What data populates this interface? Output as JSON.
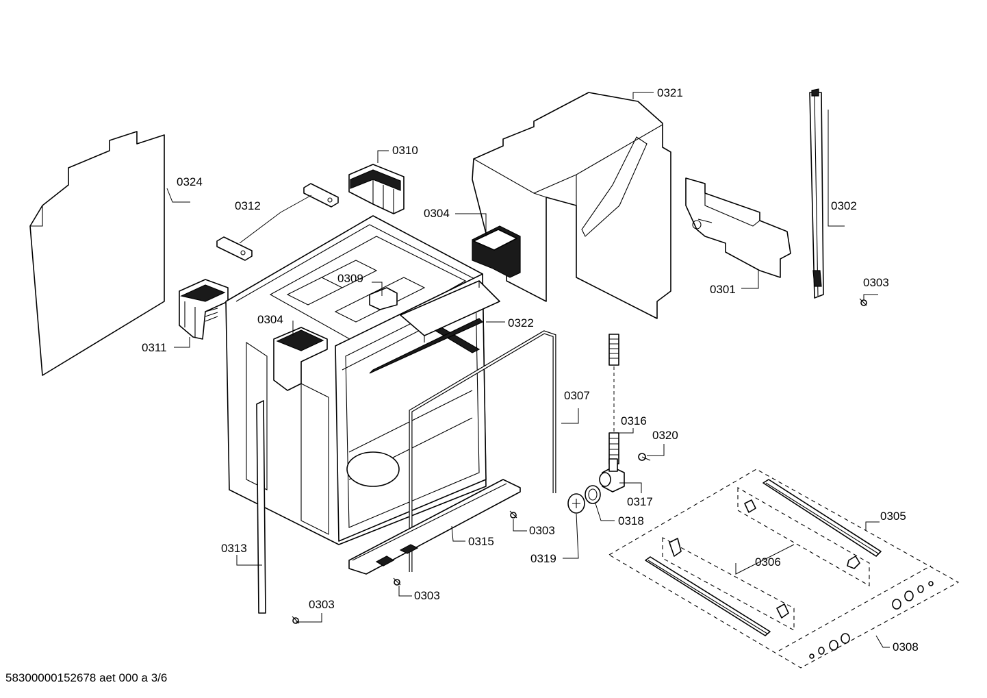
{
  "footer": {
    "reference": "58300000152678 aet 000 a 3/6"
  },
  "callouts": [
    {
      "id": "c0321",
      "label": "0321"
    },
    {
      "id": "c0310",
      "label": "0310"
    },
    {
      "id": "c0324",
      "label": "0324"
    },
    {
      "id": "c0312",
      "label": "0312"
    },
    {
      "id": "c0304a",
      "label": "0304"
    },
    {
      "id": "c0302",
      "label": "0302"
    },
    {
      "id": "c0309",
      "label": "0309"
    },
    {
      "id": "c0301",
      "label": "0301"
    },
    {
      "id": "c0303a",
      "label": "0303"
    },
    {
      "id": "c0304b",
      "label": "0304"
    },
    {
      "id": "c0322",
      "label": "0322"
    },
    {
      "id": "c0311",
      "label": "0311"
    },
    {
      "id": "c0307",
      "label": "0307"
    },
    {
      "id": "c0316",
      "label": "0316"
    },
    {
      "id": "c0320",
      "label": "0320"
    },
    {
      "id": "c0317",
      "label": "0317"
    },
    {
      "id": "c0305",
      "label": "0305"
    },
    {
      "id": "c0318",
      "label": "0318"
    },
    {
      "id": "c0303b",
      "label": "0303"
    },
    {
      "id": "c0315",
      "label": "0315"
    },
    {
      "id": "c0313",
      "label": "0313"
    },
    {
      "id": "c0319",
      "label": "0319"
    },
    {
      "id": "c0306",
      "label": "0306"
    },
    {
      "id": "c0303c",
      "label": "0303"
    },
    {
      "id": "c0303d",
      "label": "0303"
    },
    {
      "id": "c0308",
      "label": "0308"
    }
  ]
}
